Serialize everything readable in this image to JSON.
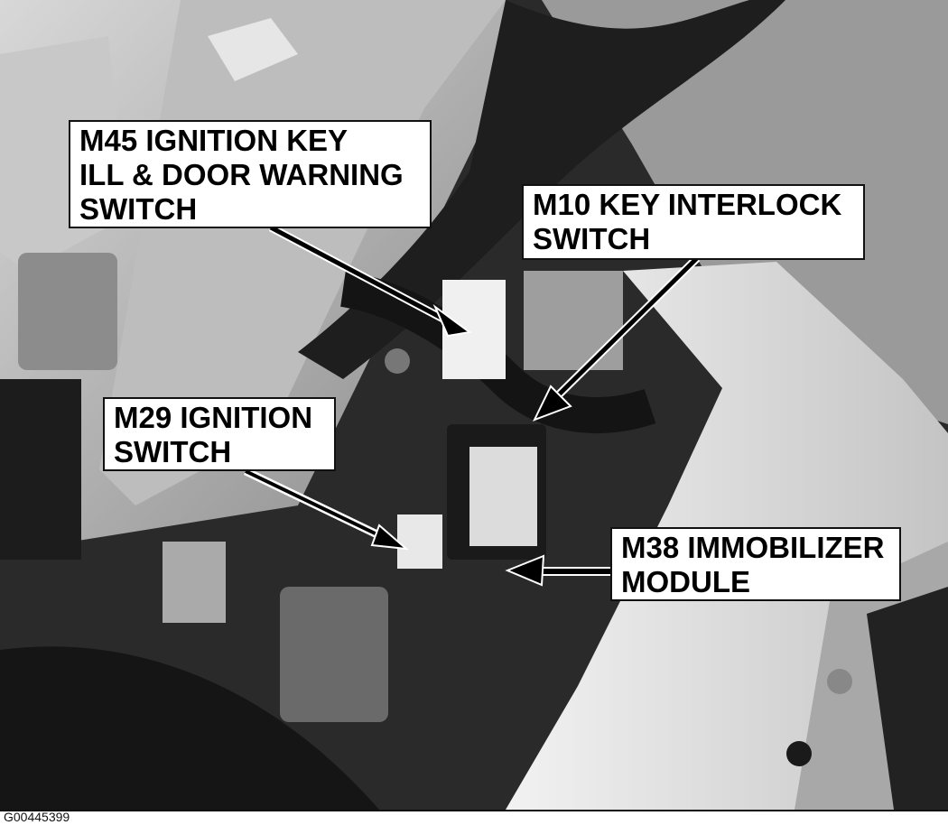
{
  "figure": {
    "id_caption": "G00445399",
    "subject": "Steering column area showing ignition/immobilizer components",
    "callouts": [
      {
        "id": "m45",
        "lines": [
          "M45 IGNITION KEY",
          "ILL & DOOR WARNING",
          "SWITCH"
        ]
      },
      {
        "id": "m10",
        "lines": [
          "M10 KEY INTERLOCK",
          "SWITCH"
        ]
      },
      {
        "id": "m29",
        "lines": [
          "M29 IGNITION",
          "SWITCH"
        ]
      },
      {
        "id": "m38",
        "lines": [
          "M38 IMMOBILIZER",
          "MODULE"
        ]
      }
    ]
  },
  "colors": {
    "label_bg": "#ffffff",
    "label_text": "#000000",
    "arrow": "#000000",
    "arrow_outline": "#ffffff",
    "background_gray": "#9a9a9a"
  }
}
